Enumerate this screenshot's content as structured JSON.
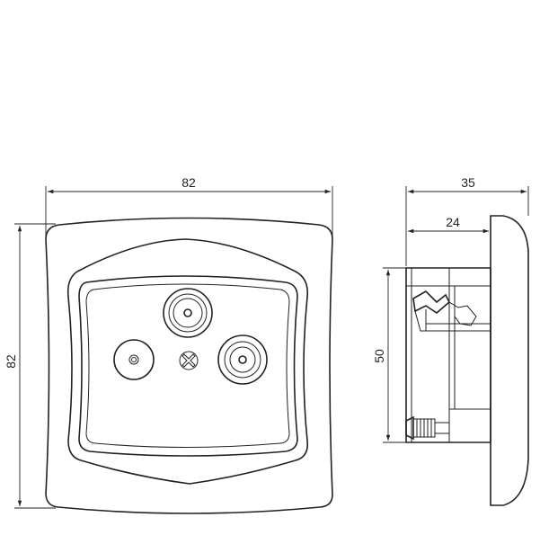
{
  "dimensions": {
    "front_width": "82",
    "front_height": "82",
    "side_depth_total": "35",
    "side_depth_inner": "24",
    "side_height": "50"
  },
  "colors": {
    "line": "#222222",
    "background": "#ffffff"
  }
}
